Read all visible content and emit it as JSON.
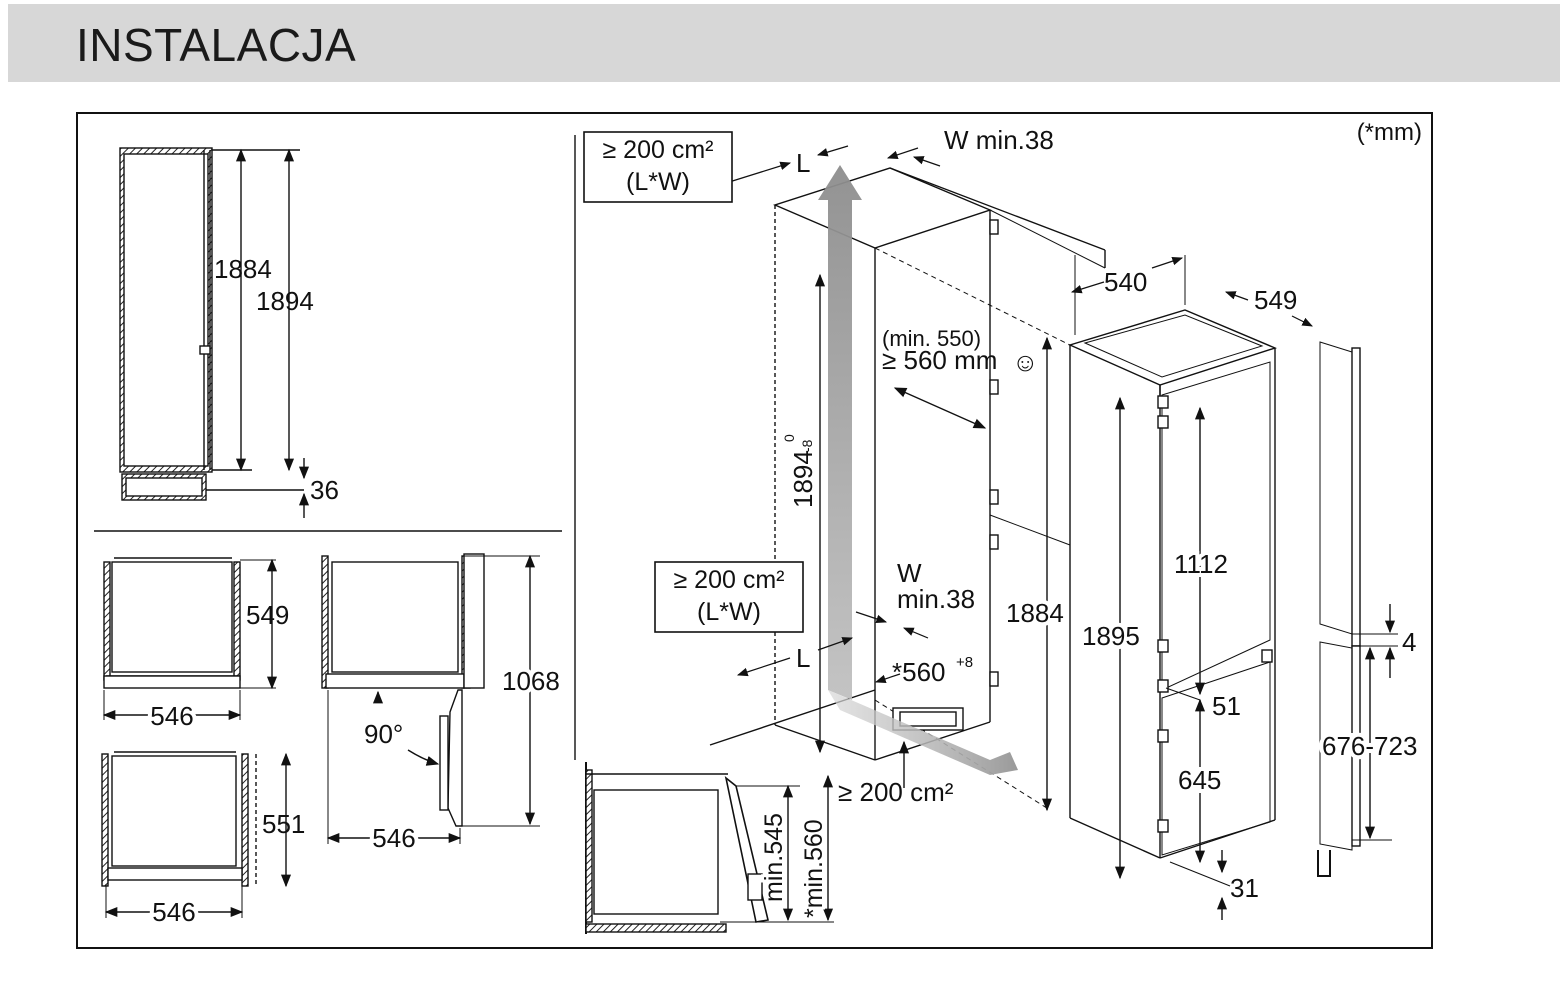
{
  "header": {
    "title": "INSTALACJA"
  },
  "units_note": "(*mm)",
  "side_view": {
    "h1": "1884",
    "h2": "1894",
    "gap": "36"
  },
  "top_view_a": {
    "depth": "549",
    "width": "546"
  },
  "top_view_b": {
    "depth": "551",
    "width": "546"
  },
  "door_view": {
    "angle": "90°",
    "door_width": "1068",
    "cabinet_width": "546"
  },
  "niche": {
    "vent_top_area": "≥ 200 cm²",
    "vent_top_formula": "(L*W)",
    "vent_top_w": "W min.38",
    "vent_top_l": "L",
    "niche_height": "1894",
    "niche_height_tol_upper": "0",
    "niche_height_tol_lower": "-8",
    "depth_min": "(min. 550)",
    "depth_pref": "≥ 560 mm",
    "smile": "☺",
    "vent_bottom_area": "≥ 200 cm²",
    "vent_bottom_formula": "(L*W)",
    "vent_bottom_w_label": "W",
    "vent_bottom_w": "min.38",
    "vent_bottom_l": "L",
    "width": "*560",
    "width_tol": "+8",
    "plinth_area": "≥ 200 cm²",
    "door_height": "1884"
  },
  "appliance": {
    "width": "540",
    "depth": "549",
    "height": "1895",
    "upper_door": "1112",
    "gap": "51",
    "lower_door": "645",
    "foot": "31"
  },
  "door_panel": {
    "gap": "4",
    "range": "676-723"
  },
  "plan_detail": {
    "min1": "min.545",
    "min2": "*min.560"
  }
}
